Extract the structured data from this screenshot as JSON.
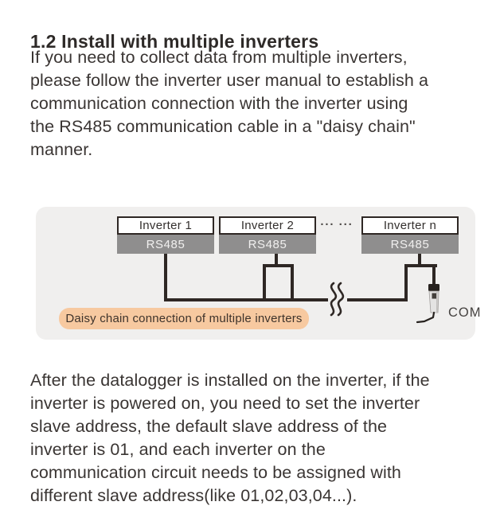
{
  "page": {
    "heading": "1.2 Install with multiple inverters",
    "intro_lines": [
      "If you need to collect data from multiple inverters,",
      "please follow the inverter user manual to establish a",
      "communication connection with the inverter using",
      "the RS485 communication cable in a \"daisy chain\"",
      "manner."
    ],
    "body_lines": [
      "After the datalogger is installed on the inverter, if the",
      "inverter is powered on, you need to set the inverter",
      "slave address, the default slave address of the",
      "inverter is 01, and each inverter on the",
      "communication circuit needs to be assigned with",
      "different slave address(like 01,02,03,04...)."
    ]
  },
  "diagram": {
    "inverters": [
      {
        "label": "Inverter 1",
        "port": "RS485"
      },
      {
        "label": "Inverter 2",
        "port": "RS485"
      },
      {
        "label": "Inverter n",
        "port": "RS485"
      }
    ],
    "ellipsis": "··· ···",
    "com_label": "COM",
    "caption": "Daisy chain connection of multiple inverters",
    "colors": {
      "panel_bg": "#f0efee",
      "port_bg": "#8f8e8e",
      "wire": "#2e2724",
      "caption_bg": "#f7c9a0",
      "text": "#3a3533"
    }
  }
}
